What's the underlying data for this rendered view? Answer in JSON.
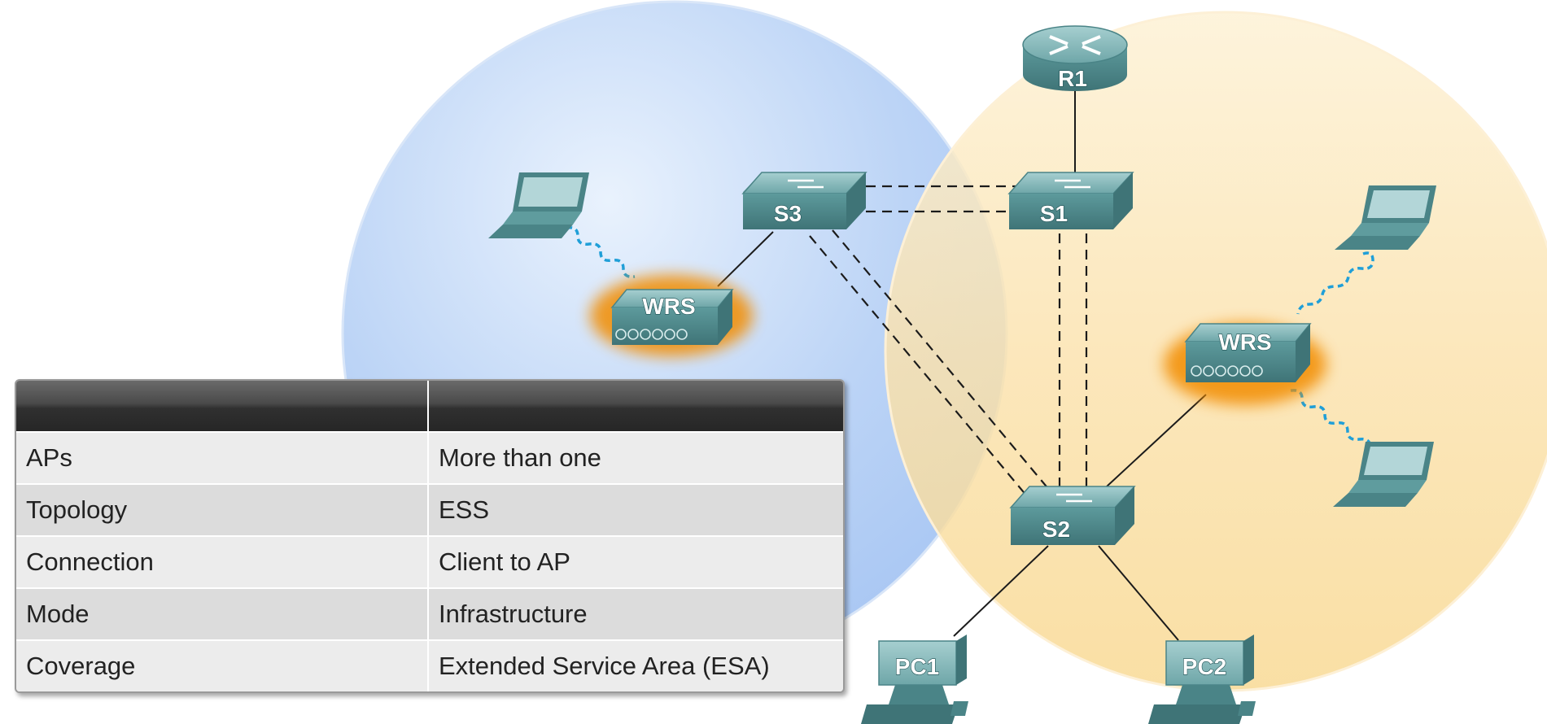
{
  "devices": {
    "r1": "R1",
    "s1": "S1",
    "s2": "S2",
    "s3": "S3",
    "wrs_left": "WRS",
    "wrs_right": "WRS",
    "pc1": "PC1",
    "pc2": "PC2"
  },
  "table": {
    "headers": [
      "",
      ""
    ],
    "rows": [
      {
        "label": "APs",
        "value": "More than one"
      },
      {
        "label": "Topology",
        "value": "ESS"
      },
      {
        "label": "Connection",
        "value": "Client to AP"
      },
      {
        "label": "Mode",
        "value": "Infrastructure"
      },
      {
        "label": "Coverage",
        "value": "Extended Service Area (ESA)"
      }
    ]
  },
  "colors": {
    "left_area": "#b7d3f7",
    "right_area": "#f9dc9c",
    "device_body": "#5f9c9e",
    "wrs_glow": "#f28c00",
    "wireless_link": "#1f9fd8"
  }
}
